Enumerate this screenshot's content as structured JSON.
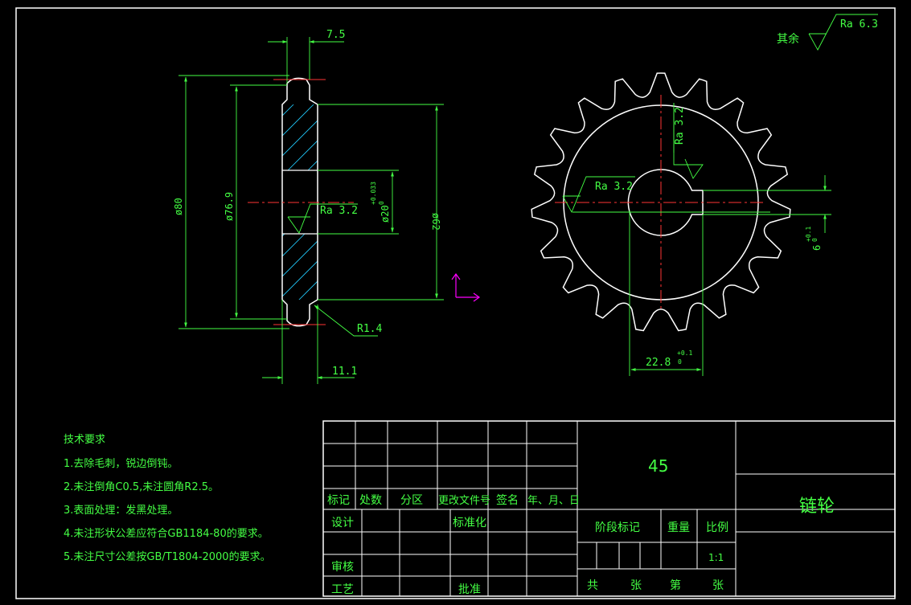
{
  "colors": {
    "background": "#000000",
    "outline": "#ffffff",
    "dimension": "#00ff00",
    "centerline": "#ff0000",
    "hatch": "#00bfff",
    "ucs": "#ff00ff"
  },
  "side_view": {
    "dims": {
      "top_width": "7.5",
      "bottom_width": "11.1",
      "outer_dia": "ø80",
      "pitch_dia": "ø76.9",
      "hub_dia": "ø62",
      "bore_dia": "ø20",
      "bore_tol": "+0.033",
      "bore_tol_low": "0",
      "fillet": "R1.4"
    },
    "roughness": "Ra 3.2"
  },
  "front_view": {
    "tooth_count": 19,
    "roughness_left": "Ra 3.2",
    "roughness_key": "Ra 3.2",
    "keyway_depth": "22.8",
    "keyway_depth_tol": "+0.1",
    "keyway_depth_tol_low": "0",
    "keyway_width": "6",
    "keyway_width_tol": "+0.1",
    "keyway_width_tol_low": "0"
  },
  "general_roughness": {
    "label": "其余",
    "value": "Ra 6.3"
  },
  "tech_requirements": {
    "title": "技术要求",
    "items": [
      "1.去除毛刺，锐边倒钝。",
      "2.未注倒角C0.5,未注圆角R2.5。",
      "3.表面处理：发黑处理。",
      "4.未注形状公差应符合GB1184-80的要求。",
      "5.未注尺寸公差按GB/T1804-2000的要求。"
    ]
  },
  "title_block": {
    "material": "45",
    "part_name": "链轮",
    "rev_headers": [
      "标记",
      "处数",
      "分区",
      "更改文件号",
      "签名",
      "年、月、日"
    ],
    "design": "设计",
    "standardize": "标准化",
    "review": "审核",
    "process": "工艺",
    "approve": "批准",
    "stage_mark": "阶段标记",
    "weight": "重量",
    "scale_label": "比例",
    "scale_value": "1:1",
    "sheet_total": "共",
    "sheet_unit1": "张",
    "sheet_no": "第",
    "sheet_unit2": "张"
  }
}
